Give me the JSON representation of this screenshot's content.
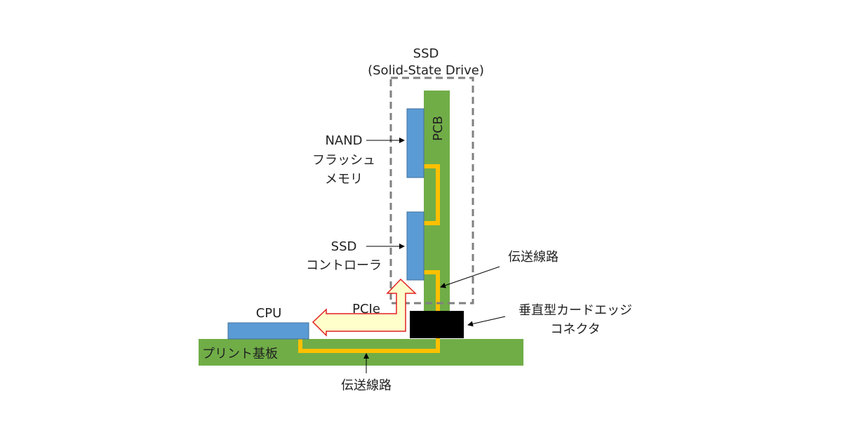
{
  "ssd_title": "SSD",
  "ssd_subtitle": "(Solid-State Drive)",
  "pcb_label": "PCB",
  "nand_label": [
    "NAND",
    "フラッシュ",
    "メモリ"
  ],
  "controller_label": [
    "SSD",
    "コントローラ"
  ],
  "transmission_line_upper": "伝送線路",
  "connector_label": [
    "垂直型カードエッジ",
    "コネクタ"
  ],
  "cpu_label": "CPU",
  "pcie_label": "PCIe",
  "board_label": "プリント基板",
  "transmission_line_lower": "伝送線路",
  "colors": {
    "pcb": "#70AD47",
    "chip": "#5B9BD5",
    "trace": "#FFC000",
    "connector": "#000000",
    "arrow_fill": "#FFFFCC",
    "arrow_stroke": "#E02020",
    "dashed": "#808080"
  }
}
